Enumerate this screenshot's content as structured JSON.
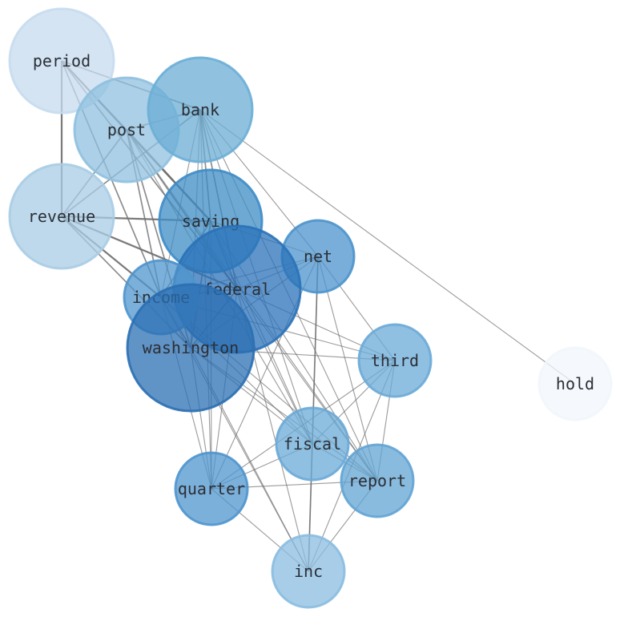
{
  "graph": {
    "nodes": [
      {
        "id": "period",
        "label": "period",
        "color": "#c6dbef"
      },
      {
        "id": "bank",
        "label": "bank",
        "color": "#6baed6"
      },
      {
        "id": "post",
        "label": "post",
        "color": "#8fc0df"
      },
      {
        "id": "revenue",
        "label": "revenue",
        "color": "#a8cce4"
      },
      {
        "id": "saving",
        "label": "saving",
        "color": "#3d8cc6"
      },
      {
        "id": "net",
        "label": "net",
        "color": "#4b93cc"
      },
      {
        "id": "federal",
        "label": "federal",
        "color": "#2a72b8"
      },
      {
        "id": "income",
        "label": "income",
        "color": "#4f95cd"
      },
      {
        "id": "washington",
        "label": "washington",
        "color": "#2b6fb3"
      },
      {
        "id": "third",
        "label": "third",
        "color": "#6aaad7"
      },
      {
        "id": "hold",
        "label": "hold",
        "color": "#f1f6fc"
      },
      {
        "id": "fiscal",
        "label": "fiscal",
        "color": "#6aaad7"
      },
      {
        "id": "report",
        "label": "report",
        "color": "#62a4d4"
      },
      {
        "id": "quarter",
        "label": "quarter",
        "color": "#4f95cd"
      },
      {
        "id": "inc",
        "label": "inc",
        "color": "#89bce0"
      }
    ],
    "edges": [
      [
        "period",
        "bank",
        2
      ],
      [
        "period",
        "post",
        2
      ],
      [
        "period",
        "revenue",
        3
      ],
      [
        "period",
        "saving",
        3
      ],
      [
        "period",
        "federal",
        2
      ],
      [
        "period",
        "income",
        2
      ],
      [
        "bank",
        "post",
        2
      ],
      [
        "bank",
        "revenue",
        2
      ],
      [
        "bank",
        "saving",
        2
      ],
      [
        "bank",
        "federal",
        2
      ],
      [
        "bank",
        "income",
        1
      ],
      [
        "bank",
        "washington",
        1
      ],
      [
        "bank",
        "net",
        1
      ],
      [
        "bank",
        "hold",
        1
      ],
      [
        "bank",
        "fiscal",
        1
      ],
      [
        "bank",
        "report",
        1
      ],
      [
        "bank",
        "quarter",
        1
      ],
      [
        "post",
        "revenue",
        2
      ],
      [
        "post",
        "saving",
        3
      ],
      [
        "post",
        "federal",
        2
      ],
      [
        "post",
        "income",
        2
      ],
      [
        "post",
        "washington",
        2
      ],
      [
        "post",
        "fiscal",
        1
      ],
      [
        "post",
        "report",
        1
      ],
      [
        "revenue",
        "saving",
        3
      ],
      [
        "revenue",
        "federal",
        3
      ],
      [
        "revenue",
        "income",
        3
      ],
      [
        "revenue",
        "washington",
        2
      ],
      [
        "saving",
        "net",
        1
      ],
      [
        "saving",
        "federal",
        2
      ],
      [
        "saving",
        "income",
        2
      ],
      [
        "saving",
        "washington",
        2
      ],
      [
        "saving",
        "fiscal",
        1
      ],
      [
        "saving",
        "report",
        1
      ],
      [
        "saving",
        "quarter",
        1
      ],
      [
        "net",
        "federal",
        1
      ],
      [
        "net",
        "income",
        1
      ],
      [
        "net",
        "washington",
        1
      ],
      [
        "net",
        "third",
        1
      ],
      [
        "net",
        "fiscal",
        1
      ],
      [
        "net",
        "report",
        1
      ],
      [
        "net",
        "quarter",
        1
      ],
      [
        "net",
        "inc",
        2
      ],
      [
        "federal",
        "washington",
        2
      ],
      [
        "federal",
        "income",
        2
      ],
      [
        "federal",
        "third",
        1
      ],
      [
        "federal",
        "fiscal",
        1
      ],
      [
        "federal",
        "report",
        1
      ],
      [
        "federal",
        "quarter",
        1
      ],
      [
        "federal",
        "inc",
        1
      ],
      [
        "income",
        "washington",
        2
      ],
      [
        "income",
        "third",
        1
      ],
      [
        "income",
        "fiscal",
        1
      ],
      [
        "income",
        "report",
        1
      ],
      [
        "income",
        "quarter",
        1
      ],
      [
        "income",
        "inc",
        1
      ],
      [
        "washington",
        "third",
        1
      ],
      [
        "washington",
        "fiscal",
        1
      ],
      [
        "washington",
        "report",
        1
      ],
      [
        "washington",
        "quarter",
        1
      ],
      [
        "washington",
        "inc",
        1
      ],
      [
        "third",
        "fiscal",
        1
      ],
      [
        "third",
        "report",
        1
      ],
      [
        "third",
        "quarter",
        1
      ],
      [
        "third",
        "inc",
        1
      ],
      [
        "fiscal",
        "report",
        1
      ],
      [
        "fiscal",
        "quarter",
        1
      ],
      [
        "fiscal",
        "inc",
        1
      ],
      [
        "report",
        "quarter",
        1
      ],
      [
        "report",
        "inc",
        1
      ],
      [
        "quarter",
        "inc",
        1
      ]
    ]
  }
}
